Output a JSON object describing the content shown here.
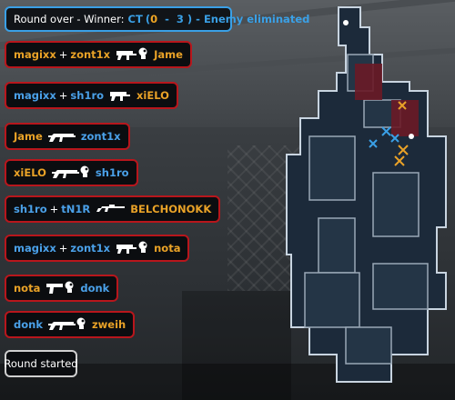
{
  "banner": {
    "prefix": "Round over - Winner:",
    "team": "CT",
    "score_open": "(",
    "score_left": "0",
    "score_sep": " - ",
    "score_right": "3",
    "score_close": ")",
    "dash": " - ",
    "result": "Enemy eliminated"
  },
  "killfeed": [
    {
      "killer": "magixx",
      "assister": "zont1x",
      "weapon": "smg-icon",
      "headshot": true,
      "victim": "Jame",
      "killer_team": "t",
      "assister_team": "t",
      "victim_team": "t"
    },
    {
      "killer": "magixx",
      "assister": "sh1ro",
      "weapon": "smg-icon",
      "headshot": false,
      "victim": "xiELO",
      "killer_team": "c",
      "assister_team": "c",
      "victim_team": "t"
    },
    {
      "killer": "Jame",
      "assister": "",
      "weapon": "rifle-icon",
      "headshot": false,
      "victim": "zont1x",
      "killer_team": "t",
      "assister_team": "",
      "victim_team": "c"
    },
    {
      "killer": "xiELO",
      "assister": "",
      "weapon": "rifle-icon",
      "headshot": true,
      "victim": "sh1ro",
      "killer_team": "t",
      "assister_team": "",
      "victim_team": "c"
    },
    {
      "killer": "sh1ro",
      "assister": "tN1R",
      "weapon": "sniper-icon",
      "headshot": false,
      "victim": "BELCHONOKK",
      "killer_team": "c",
      "assister_team": "c",
      "victim_team": "t"
    },
    {
      "killer": "magixx",
      "assister": "zont1x",
      "weapon": "smg-icon",
      "headshot": true,
      "victim": "nota",
      "killer_team": "c",
      "assister_team": "c",
      "victim_team": "t"
    },
    {
      "killer": "nota",
      "assister": "",
      "weapon": "pistol-icon",
      "headshot": true,
      "victim": "donk",
      "killer_team": "t",
      "assister_team": "",
      "victim_team": "c"
    },
    {
      "killer": "donk",
      "assister": "",
      "weapon": "rifle-icon",
      "headshot": true,
      "victim": "zweih",
      "killer_team": "c",
      "assister_team": "",
      "victim_team": "t"
    }
  ],
  "round_started": "Round started",
  "colors": {
    "ct": "#3aa0e6",
    "t": "#e9a227",
    "kill_border": "#b8161c"
  }
}
